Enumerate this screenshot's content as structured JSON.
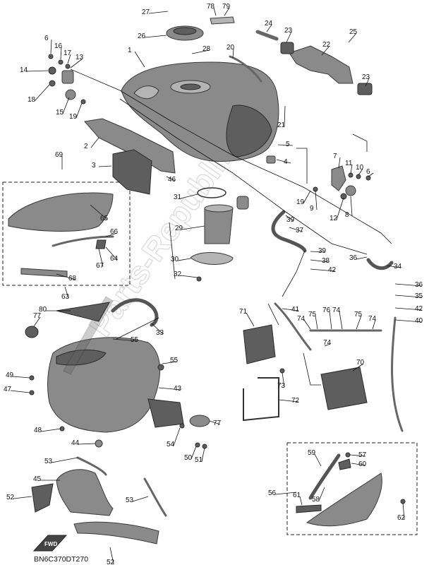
{
  "diagram": {
    "code": "BN6C370DT270",
    "forward_marker": "FWD",
    "watermark": "Parts-Republik",
    "callouts": [
      {
        "id": "c27",
        "label": "27"
      },
      {
        "id": "c78",
        "label": "78"
      },
      {
        "id": "c79",
        "label": "79"
      },
      {
        "id": "c24",
        "label": "24"
      },
      {
        "id": "c23a",
        "label": "23"
      },
      {
        "id": "c25",
        "label": "25"
      },
      {
        "id": "c26",
        "label": "26"
      },
      {
        "id": "c28",
        "label": "28"
      },
      {
        "id": "c20",
        "label": "20"
      },
      {
        "id": "c22",
        "label": "22"
      },
      {
        "id": "c6a",
        "label": "6"
      },
      {
        "id": "c16",
        "label": "16"
      },
      {
        "id": "c17",
        "label": "17"
      },
      {
        "id": "c13",
        "label": "13"
      },
      {
        "id": "c1",
        "label": "1"
      },
      {
        "id": "c14",
        "label": "14"
      },
      {
        "id": "c23b",
        "label": "23"
      },
      {
        "id": "c18",
        "label": "18"
      },
      {
        "id": "c15",
        "label": "15"
      },
      {
        "id": "c19a",
        "label": "19"
      },
      {
        "id": "c21",
        "label": "21"
      },
      {
        "id": "c2",
        "label": "2"
      },
      {
        "id": "c5",
        "label": "5"
      },
      {
        "id": "c69",
        "label": "69"
      },
      {
        "id": "c3",
        "label": "3"
      },
      {
        "id": "c4",
        "label": "4"
      },
      {
        "id": "c7",
        "label": "7"
      },
      {
        "id": "c11",
        "label": "11"
      },
      {
        "id": "c10",
        "label": "10"
      },
      {
        "id": "c6b",
        "label": "6"
      },
      {
        "id": "c46",
        "label": "46"
      },
      {
        "id": "c9",
        "label": "9"
      },
      {
        "id": "c31",
        "label": "31"
      },
      {
        "id": "c19b",
        "label": "19"
      },
      {
        "id": "c12",
        "label": "12"
      },
      {
        "id": "c8",
        "label": "8"
      },
      {
        "id": "c65",
        "label": "65"
      },
      {
        "id": "c39a",
        "label": "39"
      },
      {
        "id": "c29",
        "label": "29"
      },
      {
        "id": "c37",
        "label": "37"
      },
      {
        "id": "c66",
        "label": "66"
      },
      {
        "id": "c64",
        "label": "64"
      },
      {
        "id": "c67",
        "label": "67"
      },
      {
        "id": "c39b",
        "label": "39"
      },
      {
        "id": "c30",
        "label": "30"
      },
      {
        "id": "c38",
        "label": "38"
      },
      {
        "id": "c36a",
        "label": "36"
      },
      {
        "id": "c34",
        "label": "34"
      },
      {
        "id": "c42a",
        "label": "42"
      },
      {
        "id": "c32",
        "label": "32"
      },
      {
        "id": "c68",
        "label": "68"
      },
      {
        "id": "c63",
        "label": "63"
      },
      {
        "id": "c36b",
        "label": "36"
      },
      {
        "id": "c35",
        "label": "35"
      },
      {
        "id": "c42b",
        "label": "42"
      },
      {
        "id": "c80",
        "label": "80"
      },
      {
        "id": "c41",
        "label": "41"
      },
      {
        "id": "c71",
        "label": "71"
      },
      {
        "id": "c74a",
        "label": "74"
      },
      {
        "id": "c75a",
        "label": "75"
      },
      {
        "id": "c76",
        "label": "76"
      },
      {
        "id": "c74b",
        "label": "74"
      },
      {
        "id": "c75b",
        "label": "75"
      },
      {
        "id": "c74c",
        "label": "74"
      },
      {
        "id": "c40",
        "label": "40"
      },
      {
        "id": "c77a",
        "label": "77"
      },
      {
        "id": "c33",
        "label": "33"
      },
      {
        "id": "c55a",
        "label": "55"
      },
      {
        "id": "c74d",
        "label": "74"
      },
      {
        "id": "c55b",
        "label": "55"
      },
      {
        "id": "c70",
        "label": "70"
      },
      {
        "id": "c49",
        "label": "49"
      },
      {
        "id": "c73",
        "label": "73"
      },
      {
        "id": "c43",
        "label": "43"
      },
      {
        "id": "c47",
        "label": "47"
      },
      {
        "id": "c72",
        "label": "72"
      },
      {
        "id": "c77b",
        "label": "77"
      },
      {
        "id": "c48",
        "label": "48"
      },
      {
        "id": "c54",
        "label": "54"
      },
      {
        "id": "c44",
        "label": "44"
      },
      {
        "id": "c50",
        "label": "50"
      },
      {
        "id": "c51",
        "label": "51"
      },
      {
        "id": "c59",
        "label": "59"
      },
      {
        "id": "c57",
        "label": "57"
      },
      {
        "id": "c53a",
        "label": "53"
      },
      {
        "id": "c60",
        "label": "60"
      },
      {
        "id": "c45",
        "label": "45"
      },
      {
        "id": "c56",
        "label": "56"
      },
      {
        "id": "c52a",
        "label": "52"
      },
      {
        "id": "c53b",
        "label": "53"
      },
      {
        "id": "c61",
        "label": "61"
      },
      {
        "id": "c58",
        "label": "58"
      },
      {
        "id": "c62",
        "label": "62"
      },
      {
        "id": "c52b",
        "label": "52"
      }
    ]
  }
}
